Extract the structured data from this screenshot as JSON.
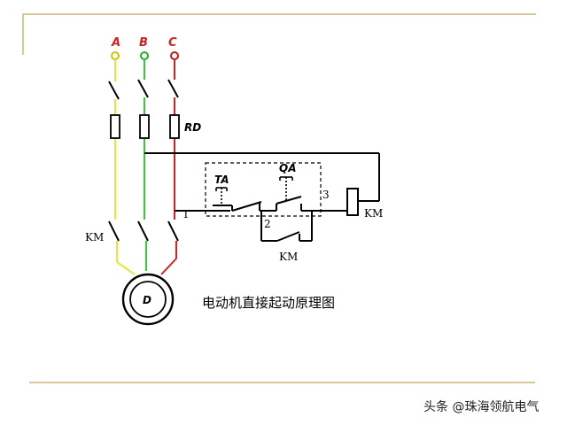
{
  "diagram": {
    "phases": [
      "A",
      "B",
      "C"
    ],
    "phase_colors": {
      "A": "#e6e63a",
      "B": "#33cc33",
      "C": "#d42020"
    },
    "fuse_label": "RD",
    "stop_button_label": "TA",
    "start_button_label": "QA",
    "contactor_label": "KM",
    "main_contact_label": "KM",
    "aux_contact_label": "KM",
    "node_labels": [
      "1",
      "2",
      "3"
    ],
    "motor_label": "D",
    "caption": "电动机直接起动原理图"
  },
  "footer": {
    "credit": "头条 @珠海领航电气"
  },
  "frame_color": "#c8b878"
}
